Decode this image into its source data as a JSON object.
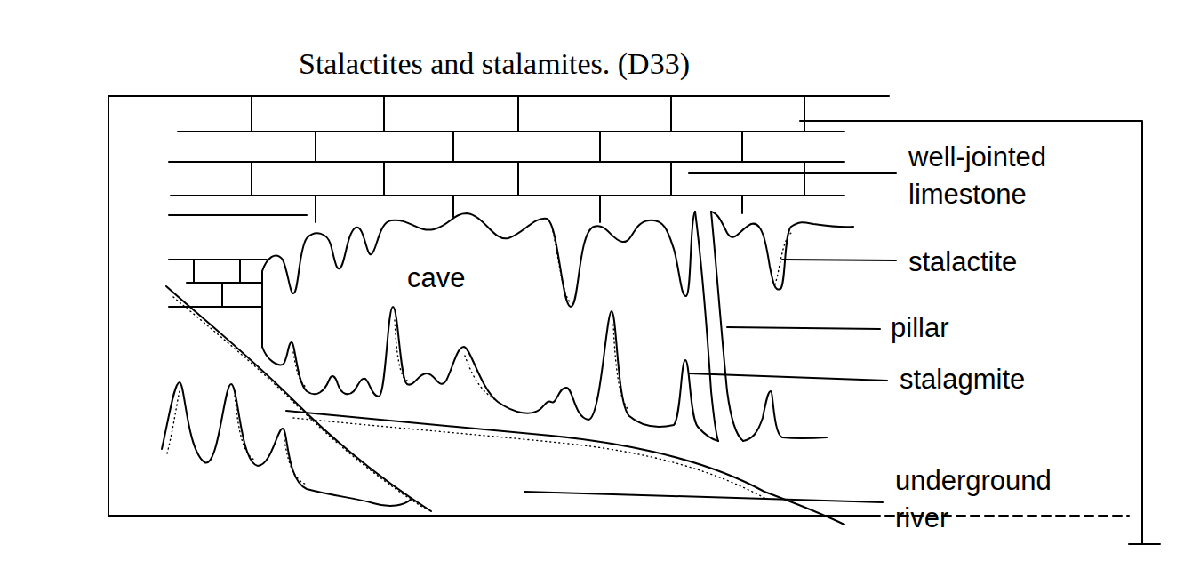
{
  "diagram": {
    "title": "Stalactites and stalamites. (D33)",
    "labels": [
      "cave",
      "well-jointed limestone",
      "stalactite",
      "pillar",
      "stalagmite",
      "underground river"
    ]
  }
}
